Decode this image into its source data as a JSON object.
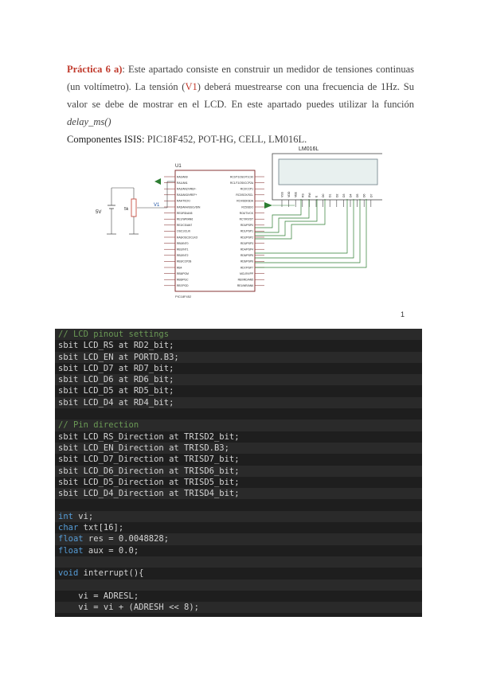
{
  "paragraph": {
    "practica": "Práctica 6 a)",
    "text1": ": Este apartado consiste en construir un medidor de tensiones continuas (un voltímetro). La tensión (",
    "vi": "V1",
    "text2": ") deberá muestrearse con una frecuencia de 1Hz. Su valor se debe de mostrar en el LCD. En este apartado puedes utilizar la función ",
    "func": "delay_ms()",
    "components_label": "Componentes ISIS: ",
    "components": "PIC18F452, POT-HG, CELL, LM016L."
  },
  "schematic": {
    "lcd_label": "LM016L",
    "u1_label": "U1",
    "chip_name": "PIC18F452",
    "battery_voltage": "5V",
    "pot_label": "5k",
    "probe_label": "V1",
    "lcd_pins": [
      "VSS",
      "VDD",
      "VEE",
      "RS",
      "RW",
      "E",
      "D0",
      "D1",
      "D2",
      "D3",
      "D4",
      "D5",
      "D6",
      "D7"
    ],
    "left_pins": [
      "RA0/AN0",
      "RA1/AN1",
      "RA2/AN2/VREF-",
      "RA3/AN3/VREF+",
      "RA4/T0CKI",
      "RA5/AN4/SS/LVDIN",
      "RE0/RD/AN5",
      "RE1/WR/AN6",
      "RE2/CS/AN7",
      "OSC1/CLKI",
      "RA6/OSC2/CLKO",
      "RB0/INT0",
      "RB1/INT1",
      "RB2/INT2",
      "RB3/CCP2B",
      "RB4",
      "RB5/PGM",
      "RB6/PGC",
      "RB7/PGD"
    ],
    "right_pins": [
      "RC0/T1OSO/T1CKI",
      "RC1/T1OSI/CCP2A",
      "RC2/CCP1",
      "RC3/SCK/SCL",
      "RC4/SDI/SDA",
      "RC5/SDO",
      "RC6/TX/CK",
      "RC7/RX/DT",
      "RD0/PSP0",
      "RD1/PSP1",
      "RD2/PSP2",
      "RD3/PSP3",
      "RD4/PSP4",
      "RD5/PSP5",
      "RD6/PSP6",
      "RD7/PSP7",
      "MCLR/VPP",
      "RE0/RD/AN5",
      "RE1/WR/AN6"
    ]
  },
  "page_number": "1",
  "code_lines": [
    {
      "t": "// LCD pinout settings",
      "c": "comment",
      "alt": true
    },
    {
      "t": "sbit LCD_RS at RD2_bit;",
      "c": "",
      "alt": false
    },
    {
      "t": "sbit LCD_EN at PORTD.B3;",
      "c": "",
      "alt": true
    },
    {
      "t": "sbit LCD_D7 at RD7_bit;",
      "c": "",
      "alt": false
    },
    {
      "t": "sbit LCD_D6 at RD6_bit;",
      "c": "",
      "alt": true
    },
    {
      "t": "sbit LCD_D5 at RD5_bit;",
      "c": "",
      "alt": false
    },
    {
      "t": "sbit LCD_D4 at RD4_bit;",
      "c": "",
      "alt": true
    },
    {
      "t": "",
      "c": "",
      "alt": false
    },
    {
      "t": "// Pin direction",
      "c": "comment",
      "alt": true
    },
    {
      "t": "sbit LCD_RS_Direction at TRISD2_bit;",
      "c": "",
      "alt": false
    },
    {
      "t": "sbit LCD_EN_Direction at TRISD.B3;",
      "c": "",
      "alt": true
    },
    {
      "t": "sbit LCD_D7_Direction at TRISD7_bit;",
      "c": "",
      "alt": false
    },
    {
      "t": "sbit LCD_D6_Direction at TRISD6_bit;",
      "c": "",
      "alt": true
    },
    {
      "t": "sbit LCD_D5_Direction at TRISD5_bit;",
      "c": "",
      "alt": false
    },
    {
      "t": "sbit LCD_D4_Direction at TRISD4_bit;",
      "c": "",
      "alt": true
    },
    {
      "t": "",
      "c": "",
      "alt": false
    },
    {
      "t": "int vi;",
      "c": "",
      "kw": "int",
      "alt": true
    },
    {
      "t": "char txt[16];",
      "c": "",
      "kw": "char",
      "alt": false
    },
    {
      "t": "float res = 0.0048828;",
      "c": "",
      "kw": "float",
      "alt": true
    },
    {
      "t": "float aux = 0.0;",
      "c": "",
      "kw": "float",
      "alt": false
    },
    {
      "t": "",
      "c": "",
      "alt": true
    },
    {
      "t": "void interrupt(){",
      "c": "",
      "kw": "void",
      "alt": false
    },
    {
      "t": "",
      "c": "",
      "alt": true
    },
    {
      "t": "    vi = ADRESL;",
      "c": "",
      "alt": false
    },
    {
      "t": "    vi = vi + (ADRESH << 8);",
      "c": "",
      "alt": true
    }
  ]
}
